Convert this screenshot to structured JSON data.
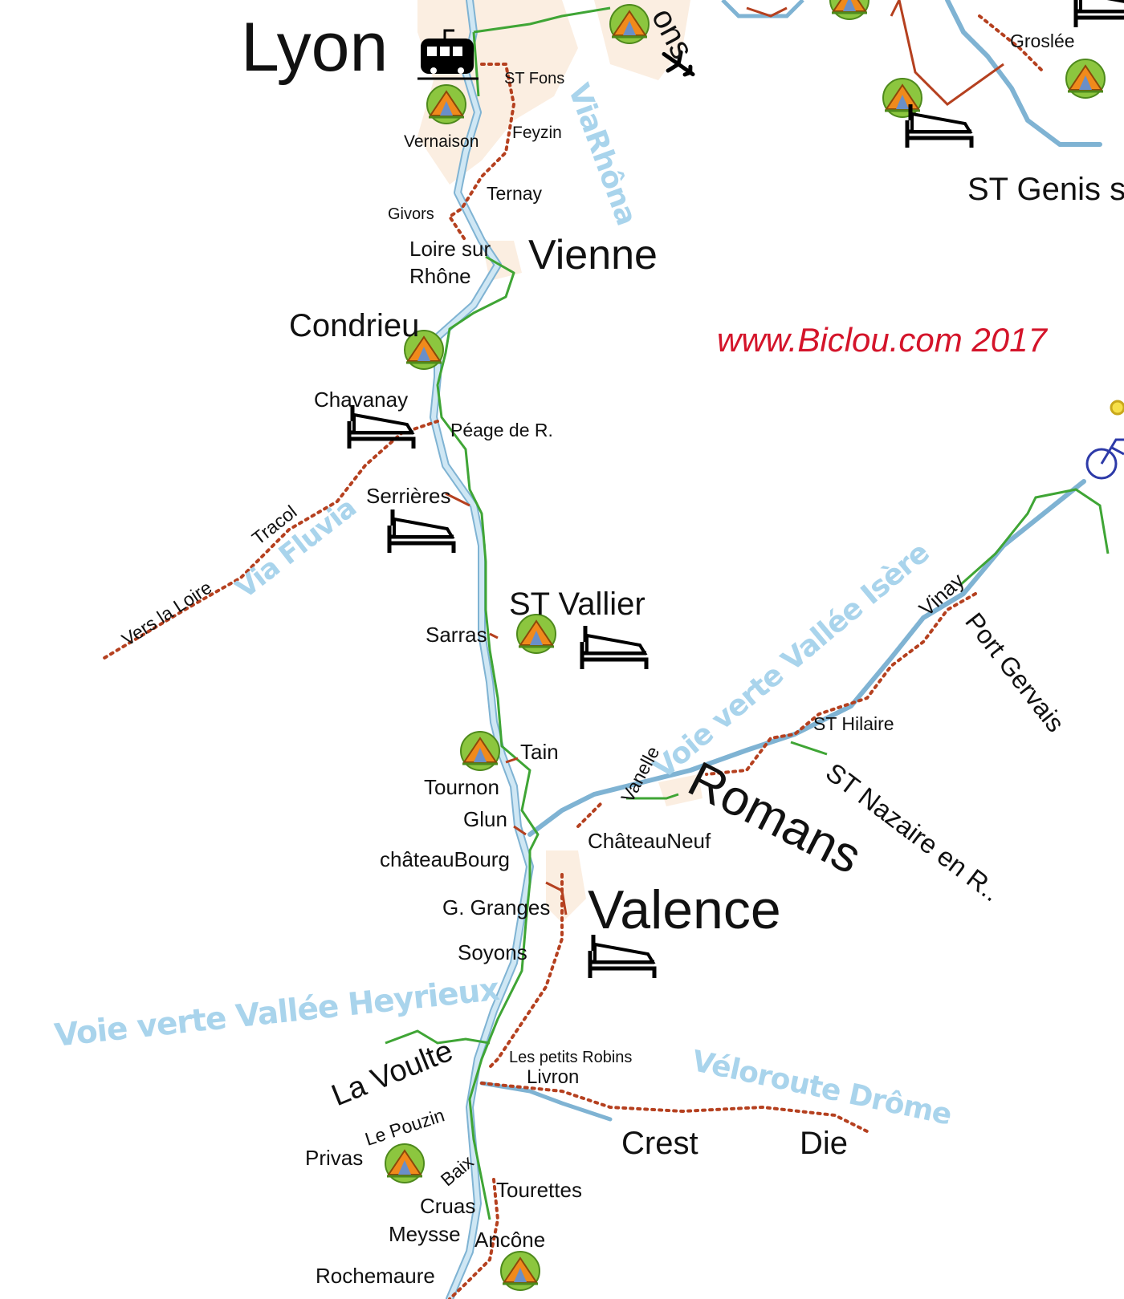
{
  "map": {
    "credit": "www.Biclou.com 2017",
    "colors": {
      "river": "#cfe7f4",
      "river_edge": "#7fb3d3",
      "greenway": "#3fa535",
      "road_route": "#b5401f",
      "dotted_route": "#b5401f",
      "route_label": "#a9d4ec",
      "credit": "#d4142a",
      "urban": "#fbeee1"
    },
    "routes": {
      "viarhona": "ViaRhôna",
      "via_fluvia": "Via Fluvia",
      "isere": "Voie verte Vallée Isère",
      "heyrieux": "Voie verte Vallée Heyrieux",
      "drome": "Véloroute Drôme"
    },
    "places": {
      "lyon": "Lyon",
      "ons_partial": "ons",
      "groslee": "Groslée",
      "st_genis": "ST Genis s",
      "st_fons": "ST Fons",
      "vernaison": "Vernaison",
      "feyzin": "Feyzin",
      "ternay": "Ternay",
      "givors": "Givors",
      "loire_sur_rhone": "Loire sur\nRhône",
      "vienne": "Vienne",
      "condrieu": "Condrieu",
      "chavanay": "Chavanay",
      "peage": "Péage de R.",
      "serrieres": "Serrières",
      "tracol": "Tracol",
      "vers_la_loire": "Vers la Loire",
      "st_vallier": "ST Vallier",
      "sarras": "Sarras",
      "vinay": "Vinay",
      "port_gervais": "Port Gervais",
      "st_hilaire": "ST Hilaire",
      "st_nazaire": "ST Nazaire en R..",
      "tain": "Tain",
      "tournon": "Tournon",
      "vanelle": "Vanelle",
      "romans": "Romans",
      "glun": "Glun",
      "chateauneuf": "ChâteauNeuf",
      "chateaubourg": "châteauBourg",
      "valence": "Valence",
      "g_granges": "G. Granges",
      "soyons": "Soyons",
      "les_petits_robins": "Les petits Robins",
      "livron": "Livron",
      "la_voulte": "La Voulte",
      "le_pouzin": "Le Pouzin",
      "crest": "Crest",
      "die": "Die",
      "privas": "Privas",
      "baix": "Baix",
      "tourettes": "Tourettes",
      "cruas": "Cruas",
      "meysse": "Meysse",
      "ancone": "Ancône",
      "rochemaure": "Rochemaure"
    },
    "icons": [
      "train-icon",
      "plane-icon",
      "campsite-icon",
      "bed-icon",
      "bicycle-icon"
    ]
  }
}
